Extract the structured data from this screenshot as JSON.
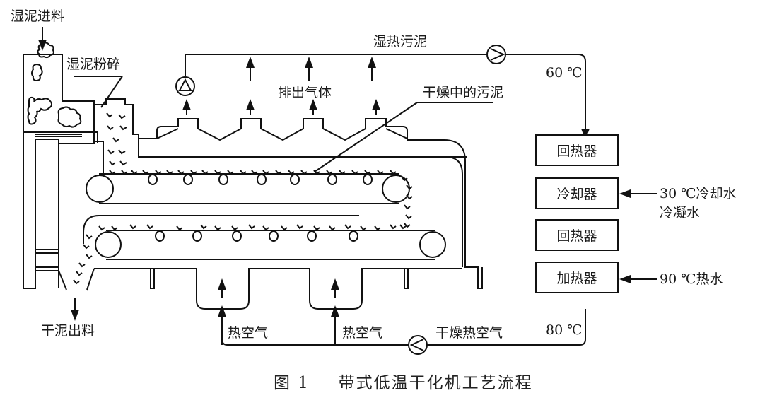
{
  "title": "带式低温干化机工艺流程",
  "figure_number": "图 1",
  "labels": {
    "wet_sludge_feed": "湿泥进料",
    "wet_sludge_crush": "湿泥粉碎",
    "wet_hot_sludge": "湿热污泥",
    "exhaust_gas": "排出气体",
    "sludge_in_drying": "干燥中的污泥",
    "temp_60": "60 ℃",
    "dry_sludge_out": "干泥出料",
    "hot_air_1": "热空气",
    "hot_air_2": "热空气",
    "dry_hot_air": "干燥热空气",
    "temp_80": "80 ℃",
    "cooling_water_in": "30 ℃冷却水",
    "condensate": "冷凝水",
    "hot_water_in": "90 ℃热水"
  },
  "equipment": [
    {
      "id": "recuperator-1",
      "label": "回热器"
    },
    {
      "id": "cooler",
      "label": "冷却器"
    },
    {
      "id": "recuperator-2",
      "label": "回热器"
    },
    {
      "id": "heater",
      "label": "加热器"
    }
  ],
  "icons": [
    "pump-icon",
    "fan-icon",
    "arrow-up-icon",
    "arrow-down-icon",
    "arrow-left-icon",
    "roller-icon",
    "sludge-particle-icon"
  ]
}
